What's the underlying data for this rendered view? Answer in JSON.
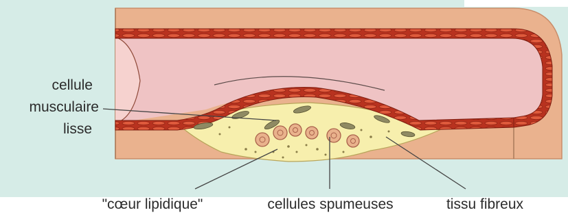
{
  "labels": {
    "smooth_muscle_line1": "cellule",
    "smooth_muscle_line2": "musculaire",
    "smooth_muscle_line3": "lisse",
    "lipid_core": "\"cœur lipidique\"",
    "foam_cells": "cellules spumeuses",
    "fibrous_tissue": "tissu fibreux"
  },
  "colors": {
    "background": "#d6ece7",
    "vessel_wall": "#eab28e",
    "lumen": "#efc3c4",
    "cell_layer": "#c63a26",
    "lipid_core": "#f7efad",
    "leader_line": "#444444"
  }
}
